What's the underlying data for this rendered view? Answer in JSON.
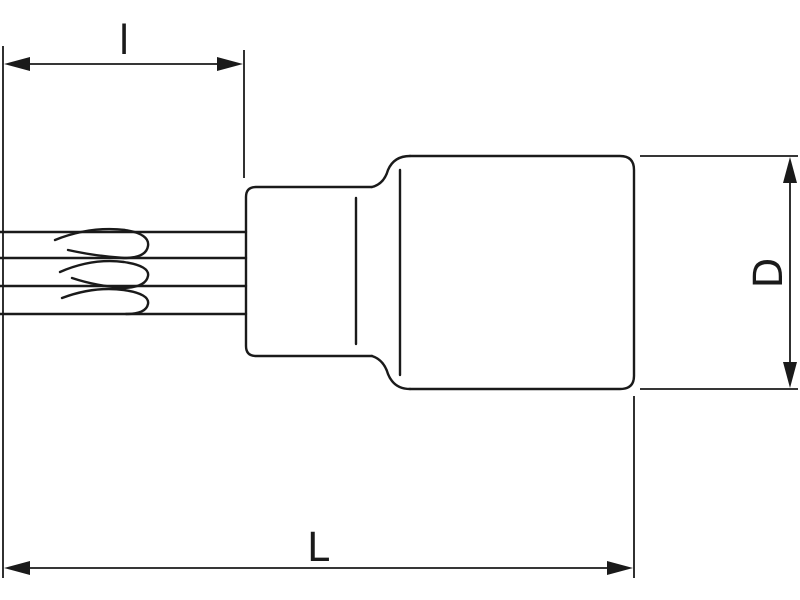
{
  "drawing": {
    "line_color": "#1a1a1a",
    "background": "#ffffff",
    "dimensions": {
      "bit_length_label": "l",
      "overall_length_label": "L",
      "diameter_label": "D"
    }
  }
}
